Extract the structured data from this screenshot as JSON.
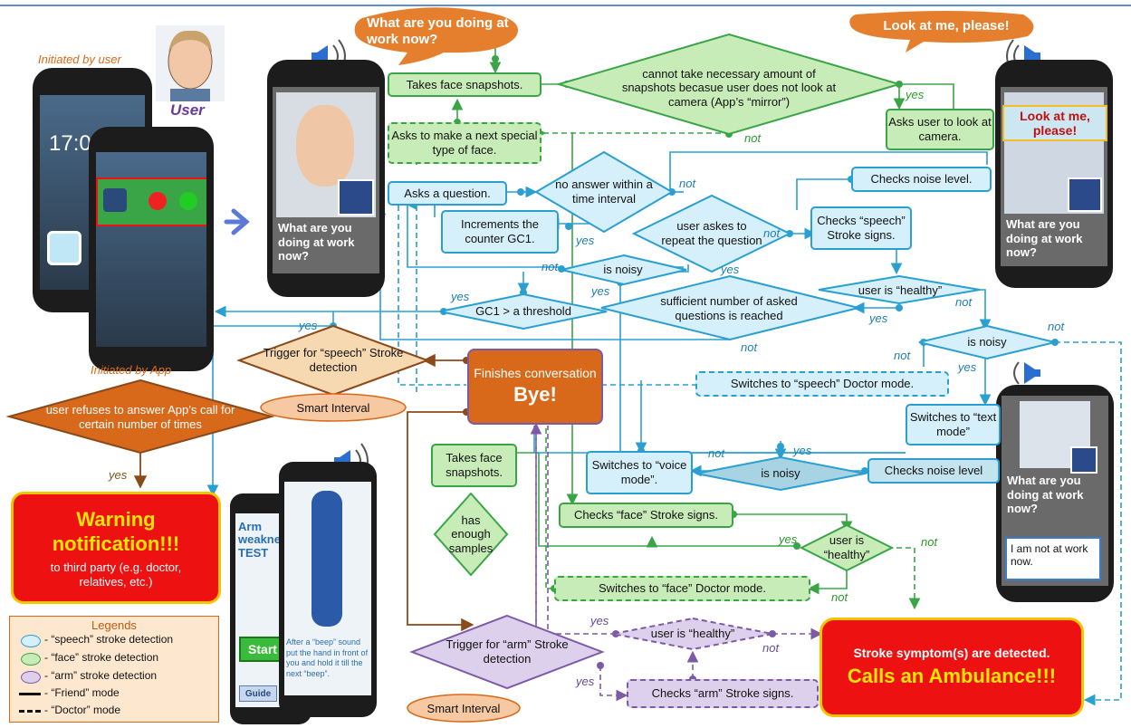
{
  "labels": {
    "initiated_user": "Initiated by user",
    "initiated_app": "Initiated by App",
    "user": "User",
    "yes": "yes",
    "not": "not"
  },
  "bubbles": {
    "left": "What are you doing at work now?",
    "right": "Look at me, please!"
  },
  "phones": {
    "clock": "17:08",
    "q1": "What are you doing at work now?",
    "look": "Look at me, please!",
    "q2": "What are you doing at work now?",
    "answer": "I am not at work now.",
    "q3": "What are you doing at work now?",
    "arm_title": "Arm weakness TEST",
    "arm_start": "Start",
    "arm_guide": "Guide",
    "arm_instr": "After a “beep” sound put the hand in front of you and hold it till the next “beep”."
  },
  "nodes": {
    "takes_face": "Takes face snapshots.",
    "cannot_take": "cannot take necessary amount of snapshots becasue user does not  look at camera (App’s “mirror”)",
    "asks_look": "Asks user to look at camera.",
    "asks_special": "Asks to make a next special type of face.",
    "asks_question": "Asks a question.",
    "no_answer": "no answer within a time interval",
    "checks_noise1": "Checks noise level.",
    "increments": "Increments the counter GC1.",
    "repeat": "user askes to repeat the question",
    "checks_speech": "Checks “speech” Stroke signs.",
    "is_noisy1": "is noisy",
    "sufficient": "sufficient number of asked questions is reached",
    "healthy1": "user is “healthy”",
    "gc1": "GC1 > a threshold",
    "trigger_speech": "Trigger for “speech” Stroke detection",
    "smart1": "Smart Interval",
    "finishes": "Finishes conversation",
    "bye": "Bye!",
    "is_noisy2": "is noisy",
    "switch_speech": "Switches to “speech” Doctor mode.",
    "refuses": "user refuses to answer App’s call for certain number of times",
    "switch_text": "Switches to “text mode”",
    "takes_face2": "Takes face snapshots.",
    "switch_voice": "Switches to “voice mode”.",
    "is_noisy3": "is noisy",
    "checks_noise2": "Checks noise level",
    "warning_title": "Warning notification!!!",
    "warning_sub": "to third party (e.g. doctor, relatives, etc.)",
    "checks_face": "Checks “face” Stroke signs.",
    "has_enough": "has enough samples",
    "healthy2": "user is “healthy”",
    "switch_face": "Switches to “face” Doctor mode.",
    "healthy3": "user is “healthy”",
    "trigger_arm": "Trigger for “arm” Stroke detection",
    "smart2": "Smart Interval",
    "checks_arm": "Checks “arm” Stroke signs.",
    "stroke_detected": "Stroke symptom(s) are detected.",
    "calls": "Calls an Ambulance!!!"
  },
  "legend": {
    "title": "Legends",
    "speech": "- “speech” stroke detection",
    "face": "- “face” stroke detection",
    "arm": "- “arm” stroke detection",
    "friend": "- “Friend” mode",
    "doctor": "- “Doctor” mode"
  },
  "colors": {
    "speech": "#2a9fd0",
    "face": "#3aa547",
    "arm": "#7d5aa6",
    "orange": "#d9691a",
    "red": "#ee1111",
    "brown": "#8b4a1a"
  }
}
